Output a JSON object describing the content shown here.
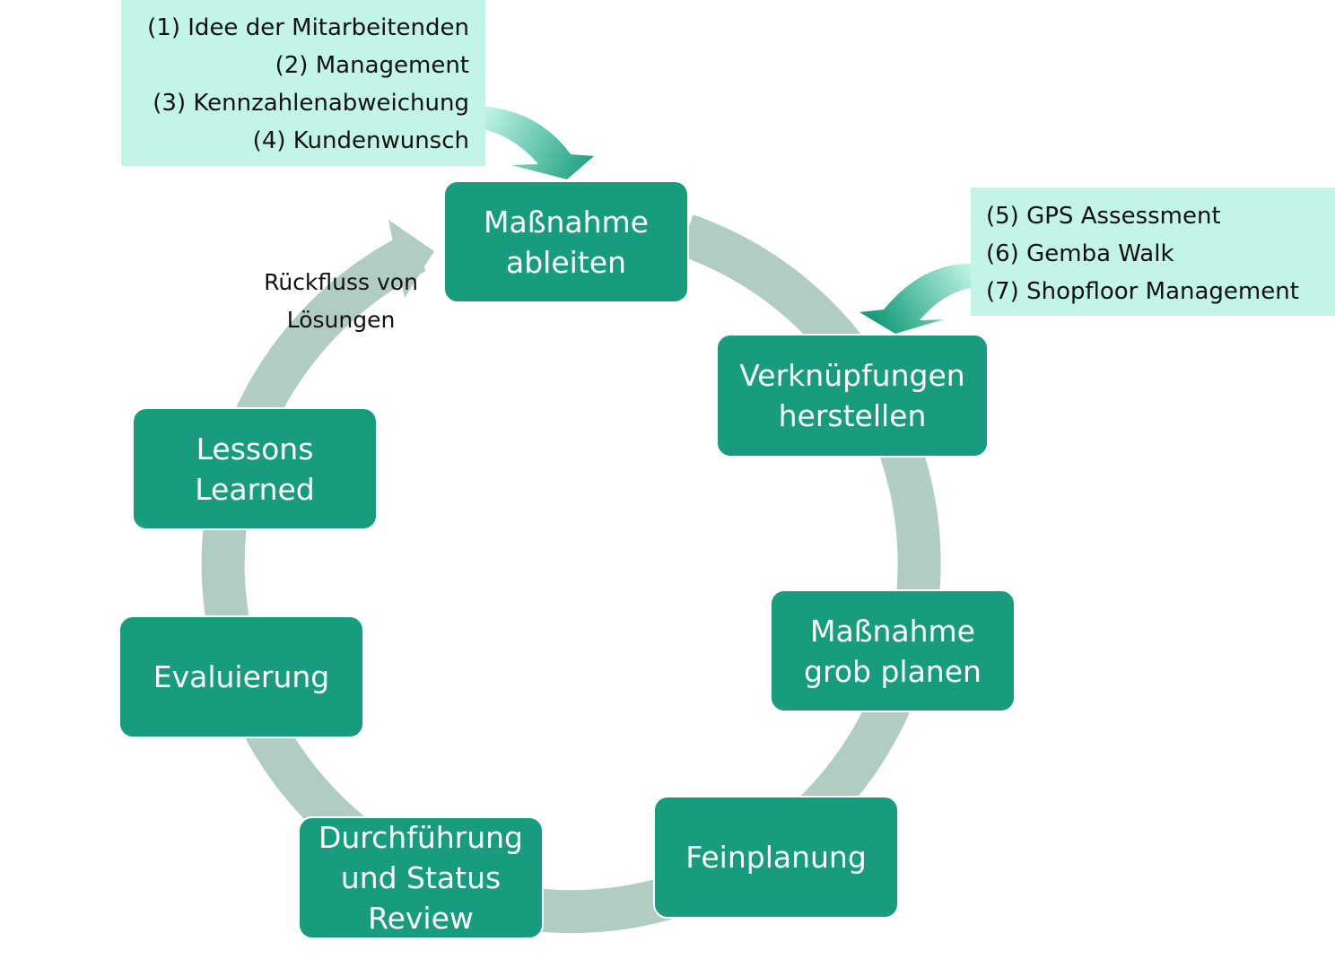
{
  "diagram": {
    "stages": [
      {
        "id": "massnahme-ableiten",
        "lines": [
          "Maßnahme",
          "ableiten"
        ]
      },
      {
        "id": "verknuepfungen-herstellen",
        "lines": [
          "Verknüpfungen",
          "herstellen"
        ]
      },
      {
        "id": "massnahme-grob-planen",
        "lines": [
          "Maßnahme",
          "grob planen"
        ]
      },
      {
        "id": "feinplanung",
        "lines": [
          "Feinplanung"
        ]
      },
      {
        "id": "durchfuehrung-und-status-review",
        "lines": [
          "Durchführung",
          "und Status",
          "Review"
        ]
      },
      {
        "id": "evaluierung",
        "lines": [
          "Evaluierung"
        ]
      },
      {
        "id": "lessons-learned",
        "lines": [
          "Lessons",
          "Learned"
        ]
      }
    ],
    "input_sources_top": [
      "(1) Idee der Mitarbeitenden",
      "(2) Management",
      "(3) Kennzahlenabweichung",
      "(4) Kundenwunsch"
    ],
    "input_sources_right": [
      "(5) GPS Assessment",
      "(6) Gemba Walk",
      "(7) Shopfloor Management"
    ],
    "feedback_note": [
      "Rückfluss von",
      "Lösungen"
    ]
  },
  "colors": {
    "stage_fill": "#179c7d",
    "cycle_arrow": "#b1cdc1",
    "input_box": "#c2f5e7",
    "input_arrow_dark": "#179c7d",
    "input_arrow_light": "#c2f5e7"
  }
}
